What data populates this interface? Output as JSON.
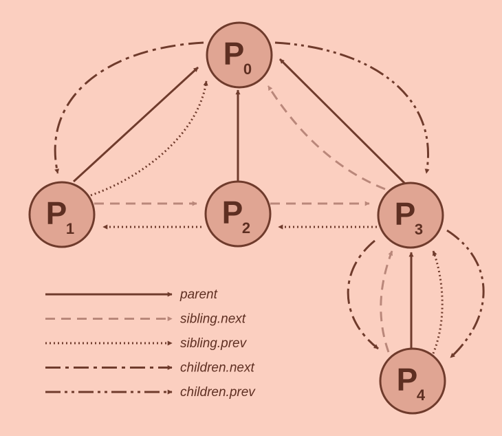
{
  "colors": {
    "background": "#fbcfc0",
    "node_fill": "#e0a593",
    "node_stroke": "#6f3b2c",
    "dark": "#6f3b2c",
    "light": "#b9877a",
    "text": "#5e2f22"
  },
  "nodes": [
    {
      "id": "p0",
      "label": "P",
      "sub": "0"
    },
    {
      "id": "p1",
      "label": "P",
      "sub": "1"
    },
    {
      "id": "p2",
      "label": "P",
      "sub": "2"
    },
    {
      "id": "p3",
      "label": "P",
      "sub": "3"
    },
    {
      "id": "p4",
      "label": "P",
      "sub": "4"
    }
  ],
  "edges": [
    {
      "from": "p1",
      "to": "p0",
      "kind": "parent"
    },
    {
      "from": "p2",
      "to": "p0",
      "kind": "parent"
    },
    {
      "from": "p3",
      "to": "p0",
      "kind": "parent"
    },
    {
      "from": "p4",
      "to": "p3",
      "kind": "parent"
    },
    {
      "from": "p1",
      "to": "p2",
      "kind": "sibling.next"
    },
    {
      "from": "p2",
      "to": "p3",
      "kind": "sibling.next"
    },
    {
      "from": "p3",
      "to": "p0",
      "kind": "sibling.next"
    },
    {
      "from": "p4",
      "to": "p3",
      "kind": "sibling.next"
    },
    {
      "from": "p2",
      "to": "p1",
      "kind": "sibling.prev"
    },
    {
      "from": "p3",
      "to": "p2",
      "kind": "sibling.prev"
    },
    {
      "from": "p1",
      "to": "p0",
      "kind": "sibling.prev"
    },
    {
      "from": "p4",
      "to": "p3",
      "kind": "sibling.prev"
    },
    {
      "from": "p0",
      "to": "p1",
      "kind": "children.next"
    },
    {
      "from": "p0",
      "to": "p3",
      "kind": "children.prev"
    },
    {
      "from": "p3",
      "to": "p4",
      "kind": "children.next"
    },
    {
      "from": "p3",
      "to": "p4",
      "kind": "children.prev"
    }
  ],
  "legend": [
    {
      "kind": "parent",
      "label": "parent"
    },
    {
      "kind": "sibling.next",
      "label": "sibling.next"
    },
    {
      "kind": "sibling.prev",
      "label": "sibling.prev"
    },
    {
      "kind": "children.next",
      "label": "children.next"
    },
    {
      "kind": "children.prev",
      "label": "children.prev"
    }
  ]
}
